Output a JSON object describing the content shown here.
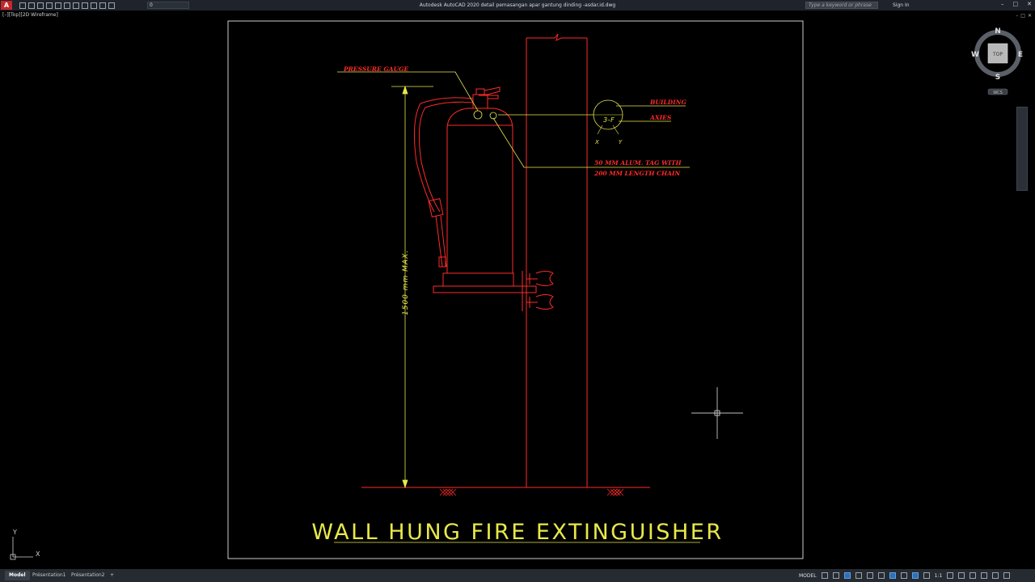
{
  "app": {
    "logo": "A",
    "window_title": "Autodesk AutoCAD 2020    detail pemasangan apar gantung dinding -asdar.id.dwg",
    "layer_current": "0",
    "search_placeholder": "Type a keyword or phrase",
    "sign_in": "Sign In",
    "window_controls": [
      "–",
      "□",
      "✕"
    ]
  },
  "viewport": {
    "label": "[–][Top][2D Wireframe]",
    "doc_controls": [
      "–",
      "□",
      "✕"
    ]
  },
  "viewcube": {
    "top_face": "TOP",
    "north": "N",
    "south": "S",
    "east": "E",
    "west": "W",
    "wcs": "WCS"
  },
  "ucs": {
    "x_label": "X",
    "y_label": "Y"
  },
  "drawing": {
    "title": "WALL HUNG FIRE EXTINGUISHER",
    "pressure_gauge": "PRESSURE GAUGE",
    "building": "BUILDING",
    "axies": "AXIES",
    "axis_marker": "3–F",
    "axis_x": "X",
    "axis_y": "Y",
    "tag_line1": "50 MM ALUM. TAG WITH",
    "tag_line2": "200 MM LENGTH CHAIN",
    "dimension": "1500 mm MAX."
  },
  "colors": {
    "background": "#000000",
    "red": "#ff2a2a",
    "yellow": "#e8e84a",
    "frame": "#ffffff",
    "statusbar": "#262b32"
  },
  "status": {
    "tabs": [
      "Model",
      "Présentation1",
      "Présentation2",
      "+"
    ],
    "model_label": "MODEL",
    "scale": "1:1"
  }
}
